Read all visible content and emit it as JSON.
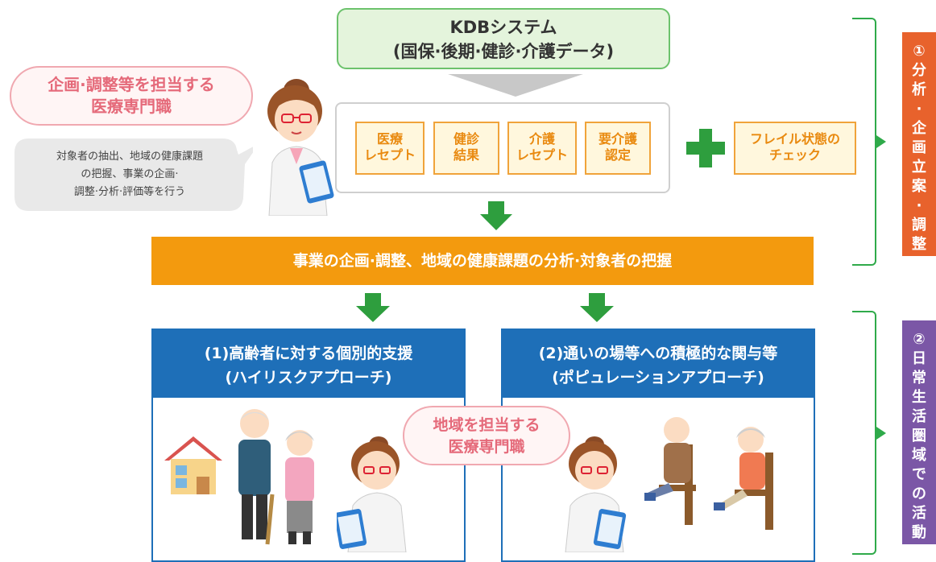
{
  "kdb": {
    "line1": "KDBシステム",
    "line2": "(国保·後期·健診·介護データ)"
  },
  "data_sources": [
    {
      "line1": "医療",
      "line2": "レセプト"
    },
    {
      "line1": "健診",
      "line2": "結果"
    },
    {
      "line1": "介護",
      "line2": "レセプト"
    },
    {
      "line1": "要介護",
      "line2": "認定"
    }
  ],
  "frailty": {
    "line1": "フレイル状態の",
    "line2": "チェック"
  },
  "planning_role": {
    "line1": "企画·調整等を担当する",
    "line2": "医療専門職"
  },
  "speech": {
    "line1": "対象者の抽出、地域の健康課題",
    "line2": "の把握、事業の企画·",
    "line3": "調整·分析·評価等を行う"
  },
  "main_bar": "事業の企画·調整、地域の健康課題の分析·対象者の把握",
  "approaches": [
    {
      "line1": "(1)高齢者に対する個別的支援",
      "line2": "(ハイリスクアプローチ)"
    },
    {
      "line1": "(2)通いの場等への積極的な関与等",
      "line2": "(ポピュレーションアプローチ)"
    }
  ],
  "area_role": {
    "line1": "地域を担当する",
    "line2": "医療専門職"
  },
  "side_labels": [
    {
      "num": "①",
      "chars": [
        "分",
        "析",
        "·",
        "企",
        "画",
        "立",
        "案",
        "·",
        "調",
        "整"
      ]
    },
    {
      "num": "②",
      "chars": [
        "日",
        "常",
        "生",
        "活",
        "圏",
        "域",
        "で",
        "の",
        "活",
        "動"
      ]
    }
  ],
  "colors": {
    "green": "#2e9e3e",
    "orange": "#f39a0e",
    "blue": "#1e6fb8",
    "label1": "#e8622c",
    "label2": "#7b57a6",
    "pink": "#e56a7a"
  }
}
